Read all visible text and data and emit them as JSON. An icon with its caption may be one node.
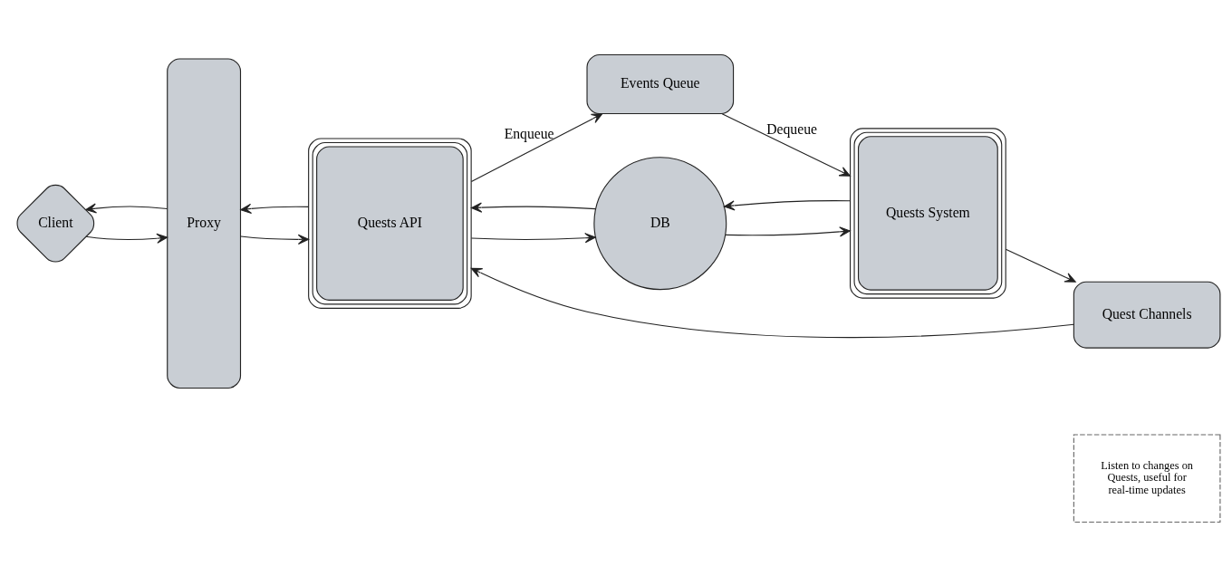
{
  "diagram": {
    "nodes": [
      {
        "text": [
          "Client"
        ]
      },
      {
        "text": [
          "Proxy"
        ]
      },
      {
        "text": [
          "Quests API"
        ]
      },
      {
        "text": [
          "Events Queue"
        ]
      },
      {
        "text": [
          "DB"
        ]
      },
      {
        "text": [
          "Quests System"
        ]
      },
      {
        "text": [
          "Quest Channels"
        ]
      },
      {
        "text": [
          "Listen to changes on Quests, useful for real-time updates"
        ]
      }
    ],
    "edges": [
      {
        "from": 1,
        "to": 0,
        "arrow": "to"
      },
      {
        "from": 0,
        "to": 1,
        "arrow": "to"
      },
      {
        "from": 2,
        "to": 1,
        "arrow": "to"
      },
      {
        "from": 1,
        "to": 2,
        "arrow": "to"
      },
      {
        "from": 2,
        "to": 3,
        "arrow": "to",
        "label": "Enqueue"
      },
      {
        "from": 3,
        "to": 5,
        "arrow": "to",
        "label": "Dequeue"
      },
      {
        "from": 4,
        "to": 2,
        "arrow": "to"
      },
      {
        "from": 2,
        "to": 4,
        "arrow": "to"
      },
      {
        "from": 5,
        "to": 4,
        "arrow": "to"
      },
      {
        "from": 4,
        "to": 5,
        "arrow": "to"
      },
      {
        "from": 5,
        "to": 6,
        "arrow": "to"
      },
      {
        "from": 6,
        "to": 2,
        "arrow": "to"
      }
    ]
  }
}
